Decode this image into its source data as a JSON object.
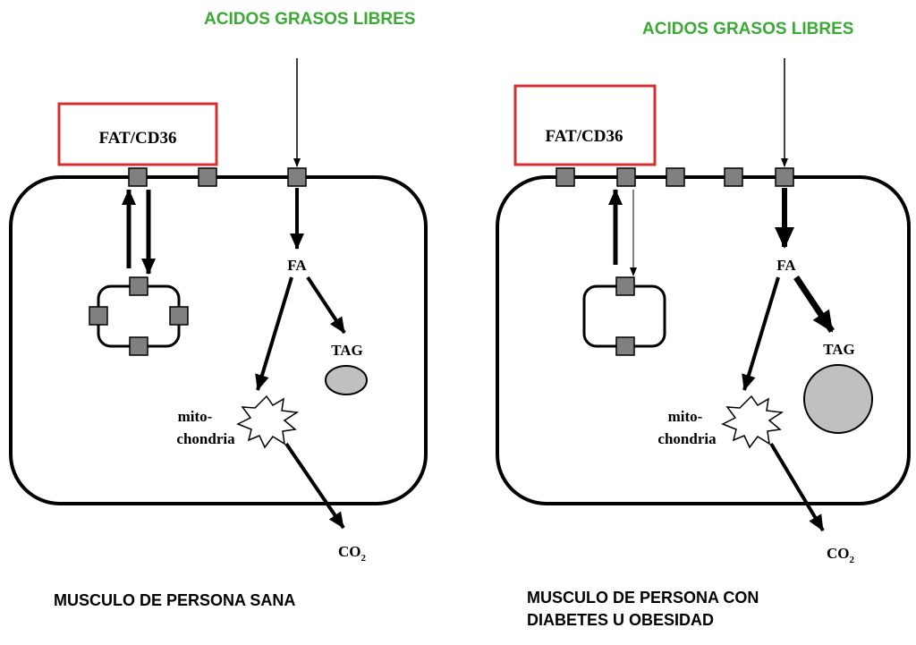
{
  "colors": {
    "accent_green": "#3aaa35",
    "box_red": "#d32f2f",
    "transporter_fill": "#808080",
    "droplet_fill": "#c0c0c0"
  },
  "left_panel": {
    "top_label": "ACIDOS GRASOS LIBRES",
    "transporter_box": "FAT/CD36",
    "fa_label": "FA",
    "tag_label": "TAG",
    "mito_label_1": "mito-",
    "mito_label_2": "chondria",
    "co2_main": "CO",
    "co2_sub": "2",
    "caption_1": "MUSCULO DE PERSONA SANA"
  },
  "right_panel": {
    "top_label": "ACIDOS GRASOS LIBRES",
    "transporter_box": "FAT/CD36",
    "fa_label": "FA",
    "tag_label": "TAG",
    "mito_label_1": "mito-",
    "mito_label_2": "chondria",
    "co2_main": "CO",
    "co2_sub": "2",
    "caption_1": "MUSCULO DE PERSONA CON",
    "caption_2": "DIABETES U OBESIDAD"
  }
}
